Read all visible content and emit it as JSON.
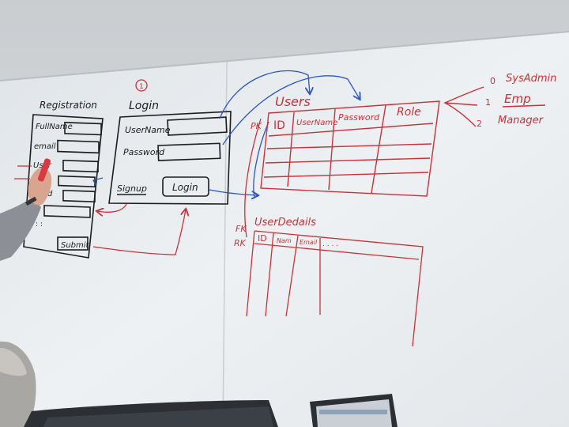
{
  "registration": {
    "title": "Registration",
    "field_labels": [
      "FullName",
      "email",
      "User",
      "",
      "d",
      ""
    ],
    "submit_label": "Submit"
  },
  "login": {
    "step_marker": "1",
    "title": "Login",
    "username_label": "UserName",
    "password_label": "Password",
    "signup_label": "Signup",
    "login_button_label": "Login"
  },
  "users_table": {
    "title": "Users",
    "key_label": "PK",
    "columns": [
      "ID",
      "UserName",
      "Password",
      "Role"
    ]
  },
  "roles": [
    {
      "index": "0",
      "name": "SysAdmin"
    },
    {
      "index": "1",
      "name": "Emp"
    },
    {
      "index": "2",
      "name": "Manager"
    }
  ],
  "user_details_table": {
    "title": "UserDedails",
    "key_labels": [
      "FK",
      "RK"
    ],
    "columns": [
      "ID",
      "Nam",
      "Email",
      ". . . ."
    ]
  },
  "colors": {
    "whiteboard": "#e9edf0",
    "black_ink": "#1c1c1c",
    "red_ink": "#c8323a",
    "blue_ink": "#2a55c4"
  }
}
